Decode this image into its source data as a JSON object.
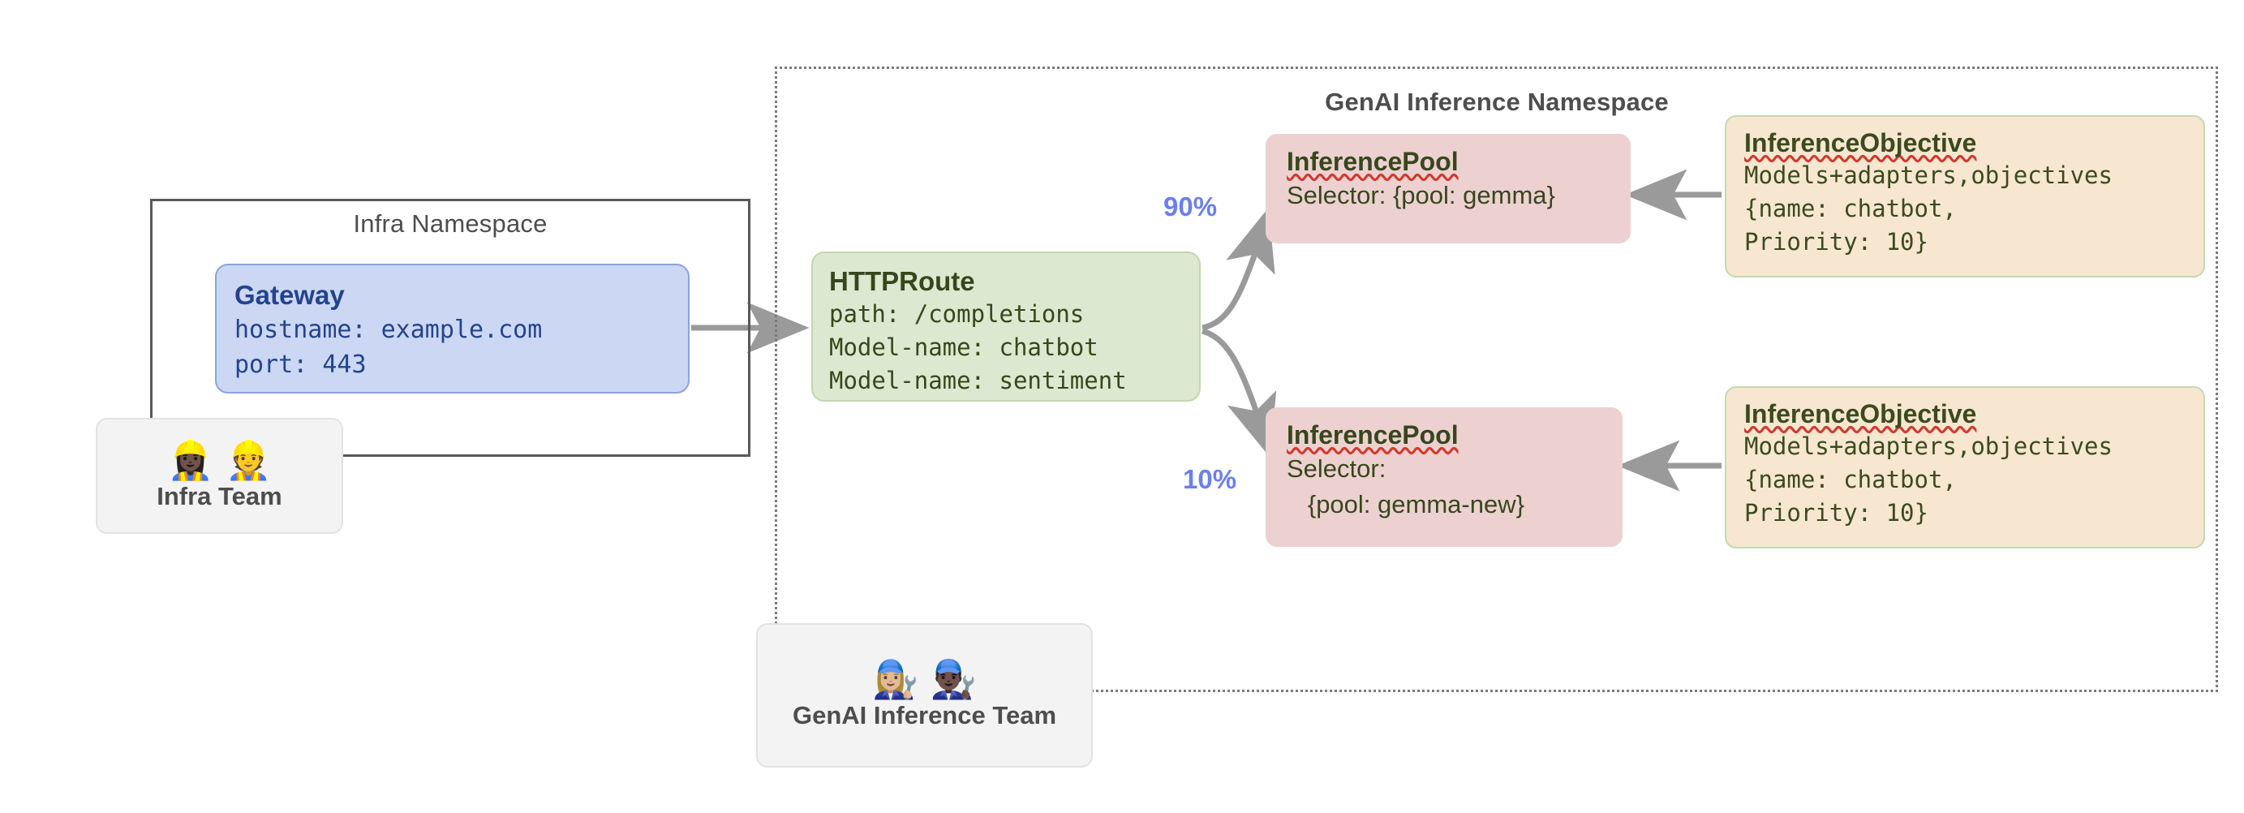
{
  "namespaces": {
    "infra": {
      "label": "Infra Namespace"
    },
    "genai": {
      "label": "GenAI Inference Namespace"
    }
  },
  "gateway": {
    "title": "Gateway",
    "body": "hostname: example.com\nport: 443"
  },
  "httproute": {
    "title": "HTTPRoute",
    "body": "path: /completions\nModel-name: chatbot\nModel-name: sentiment"
  },
  "pools": [
    {
      "title": "InferencePool",
      "body": "Selector: {pool: gemma}"
    },
    {
      "title": "InferencePool",
      "body": "Selector:\n   {pool: gemma-new}"
    }
  ],
  "objectives": [
    {
      "title": "InferenceObjective",
      "body": "Models+adapters,objectives\n{name: chatbot,\nPriority: 10}"
    },
    {
      "title": "InferenceObjective",
      "body": "Models+adapters,objectives\n{name: chatbot,\nPriority: 10}"
    }
  ],
  "teams": [
    {
      "faces": "👷🏿‍♀️👷",
      "label": "Infra Team"
    },
    {
      "faces": "👩🏼‍🔧👨🏿‍🔧",
      "label": "GenAI Inference Team"
    }
  ],
  "traffic_split": [
    {
      "percent": "90%",
      "target": "InferencePool gemma"
    },
    {
      "percent": "10%",
      "target": "InferencePool gemma-new"
    }
  ],
  "colors": {
    "gateway_fill": "#ccd7f3",
    "gateway_text": "#23448c",
    "httproute_fill": "#dce8d0",
    "pool_fill": "#edd1d1",
    "objective_fill": "#f7e7d0",
    "team_fill": "#f3f3f3",
    "arrow": "#9a9a9a",
    "percent_text": "#6b7fee",
    "spellcheck_underline": "#d03b2f"
  }
}
